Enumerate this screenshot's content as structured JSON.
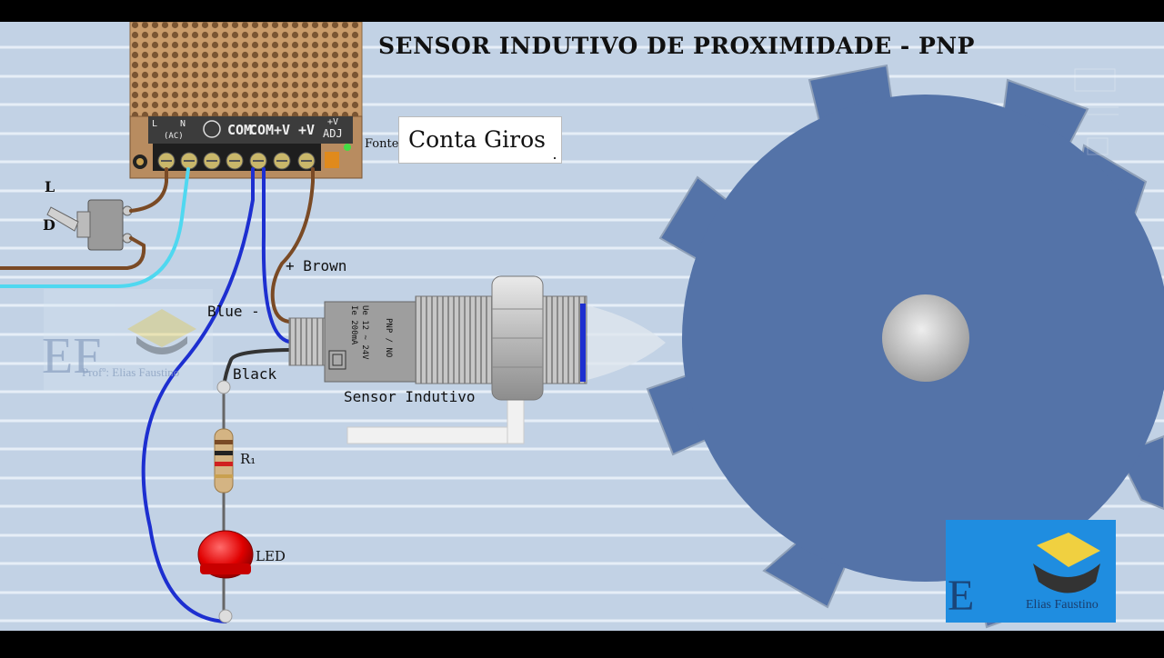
{
  "title": "SENSOR INDUTIVO DE PROXIMIDADE - PNP",
  "counter": {
    "label": "Conta Giros"
  },
  "power_supply": {
    "terminal_labels": [
      "L",
      "N",
      "(AC)",
      "COM",
      "COM",
      "+V",
      "+V",
      "+V",
      "ADJ"
    ],
    "name": "Fonte"
  },
  "switch": {
    "top_label": "L",
    "bottom_label": "D"
  },
  "wires": {
    "brown": "+ Brown",
    "blue": "Blue -",
    "black": "Black"
  },
  "sensor": {
    "name": "Sensor Indutivo",
    "spec_line1": "PNP / NO",
    "spec_line2": "Ue 12 ~ 24V",
    "spec_line3": "Ie 200mA"
  },
  "resistor": {
    "label": "R₁"
  },
  "led": {
    "label": "LED"
  },
  "watermark": {
    "left_text": "Profº: Elias Faustino",
    "left_letters": "EF",
    "right_text": "Elias Faustino",
    "right_letter": "E"
  },
  "colors": {
    "background": "#c2d2e5",
    "gear": "#5473a8",
    "brown_wire": "#7a4a25",
    "blue_wire": "#1d2fd0",
    "cyan_wire": "#4fd8f0",
    "led": "#e00000",
    "logo_bg": "#1f8de0"
  }
}
